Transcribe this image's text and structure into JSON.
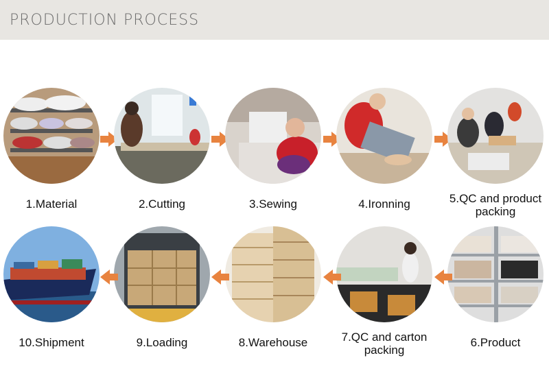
{
  "header": {
    "title": "PRODUCTION PROCESS"
  },
  "steps": [
    {
      "label": "1.Material"
    },
    {
      "label": "2.Cutting"
    },
    {
      "label": "3.Sewing"
    },
    {
      "label": "4.Ironning"
    },
    {
      "label": "5.QC and product packing"
    },
    {
      "label": "6.Product"
    },
    {
      "label": "7.QC and carton packing"
    },
    {
      "label": "8.Warehouse"
    },
    {
      "label": "9.Loading"
    },
    {
      "label": "10.Shipment"
    }
  ],
  "colors": {
    "arrow": "#e8833f",
    "header_bg": "#e8e6e2"
  }
}
